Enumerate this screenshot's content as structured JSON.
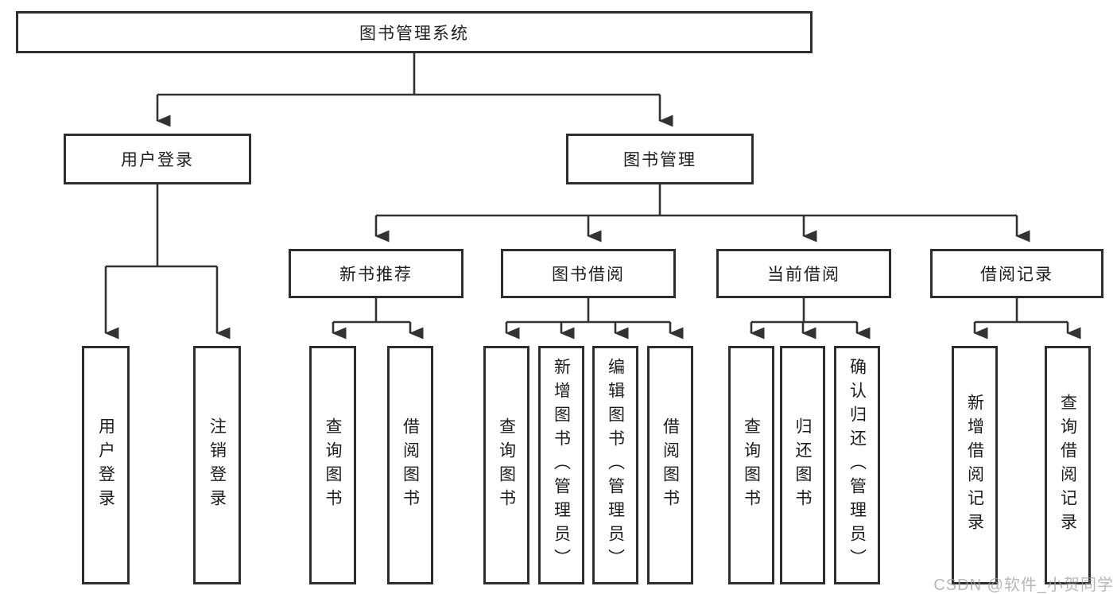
{
  "tree": {
    "root": {
      "label": "图书管理系统"
    },
    "children": [
      {
        "label": "用户登录",
        "children": [
          {
            "label": "用户登录"
          },
          {
            "label": "注销登录"
          }
        ]
      },
      {
        "label": "图书管理",
        "children": [
          {
            "label": "新书推荐",
            "children": [
              {
                "label": "查询图书"
              },
              {
                "label": "借阅图书"
              }
            ]
          },
          {
            "label": "图书借阅",
            "children": [
              {
                "label": "查询图书"
              },
              {
                "label": "新增图书（管理员）"
              },
              {
                "label": "编辑图书（管理员）"
              },
              {
                "label": "借阅图书"
              }
            ]
          },
          {
            "label": "当前借阅",
            "children": [
              {
                "label": "查询图书"
              },
              {
                "label": "归还图书"
              },
              {
                "label": "确认归还（管理员）"
              }
            ]
          },
          {
            "label": "借阅记录",
            "children": [
              {
                "label": "新增借阅记录"
              },
              {
                "label": "查询借阅记录"
              }
            ]
          }
        ]
      }
    ]
  },
  "watermark": {
    "text": "CSDN @软件_小贺同学"
  },
  "colors": {
    "line": "#333333",
    "border": "#2e2e2e",
    "text": "#1d1d1d",
    "watermark": "#9f9f9f",
    "background": "#ffffff"
  }
}
